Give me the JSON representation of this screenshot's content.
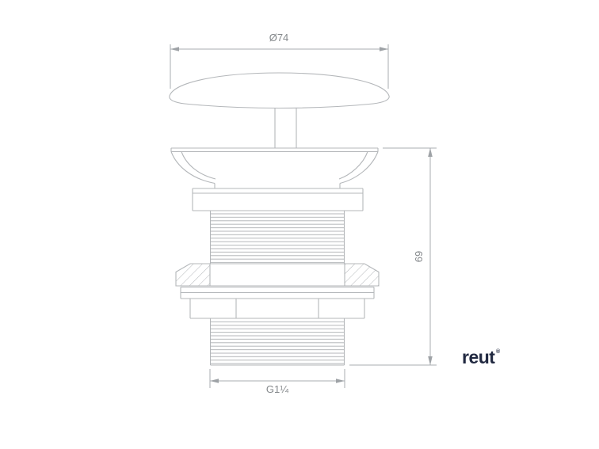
{
  "drawing": {
    "description": "Technical cross-section drawing of a click-clack basin waste drain valve",
    "colors": {
      "line": "#b4b7ba",
      "dimension_text": "#85898c",
      "logo": "#202840",
      "background": "#ffffff"
    },
    "dimensions": {
      "cap_diameter": {
        "label": "Ø74"
      },
      "overall_height": {
        "label": "69"
      },
      "thread": {
        "label": "G1¼"
      }
    },
    "logo": {
      "text": "reut",
      "mark": "®"
    }
  }
}
